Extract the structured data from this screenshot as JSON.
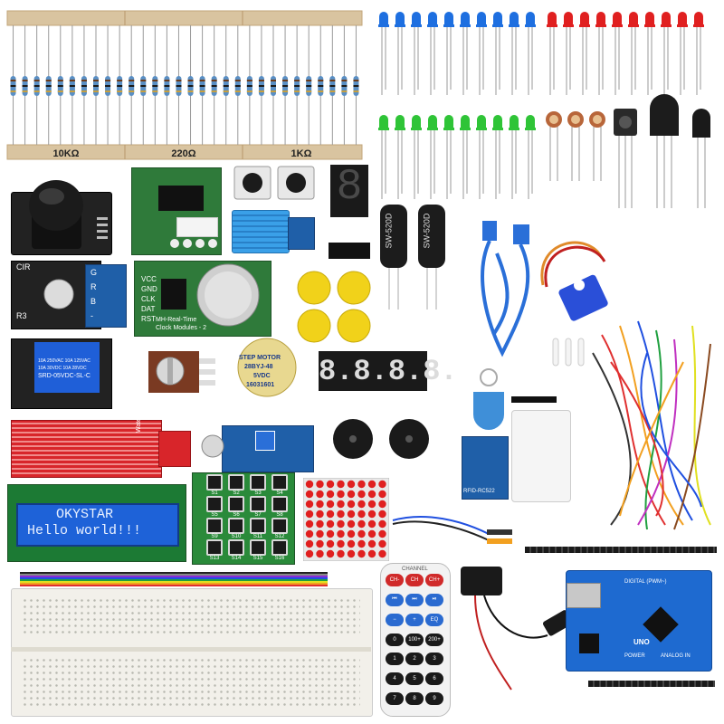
{
  "resistors": {
    "labels": [
      "10KΩ",
      "220Ω",
      "1KΩ"
    ]
  },
  "lcd": {
    "line1": "OKYSTAR",
    "line2": "Hello world!!!"
  },
  "rtc": {
    "pins": [
      "VCC",
      "GND",
      "CLK",
      "DAT",
      "RST"
    ],
    "caption1": "MH-Real-Time",
    "caption2": "Clock Modules - 2"
  },
  "stepper": {
    "line1": "STEP MOTOR",
    "line2": "28BYJ-48",
    "line3": "5VDC",
    "line4": "16031601"
  },
  "relay": {
    "line1": "10A 250VAC 10A 125VAC",
    "line2": "10A 30VDC 10A 28VDC",
    "line3": "SRD-05VDC-SL-C"
  },
  "tilt_sensors": {
    "label": "SW-520D"
  },
  "seven_seg": {
    "digit": "8",
    "four_digit": [
      "8.",
      "8.",
      "8.",
      "8."
    ]
  },
  "keypad": {
    "keys": [
      "S1",
      "S2",
      "S3",
      "S4",
      "S5",
      "S6",
      "S7",
      "S8",
      "S9",
      "S10",
      "S11",
      "S12",
      "S13",
      "S14",
      "S15",
      "S16"
    ]
  },
  "remote": {
    "top_label": "CHANNEL",
    "buttons": [
      "CH-",
      "CH",
      "CH+",
      "⏮",
      "⏭",
      "⏯",
      "−",
      "+",
      "EQ",
      "0",
      "100+",
      "200+",
      "1",
      "2",
      "3",
      "4",
      "5",
      "6",
      "7",
      "8",
      "9"
    ]
  },
  "rgb_module": {
    "pins": [
      "G",
      "R",
      "B",
      "-"
    ],
    "tag": "CIR",
    "tag2": "R3"
  },
  "water_sensor": {
    "label": "Water Sensor"
  },
  "arduino": {
    "label1": "DIGITAL (PWM~)",
    "label2": "POWER",
    "label3": "ANALOG IN",
    "label4": "UNO"
  },
  "rfid": {
    "label": "RFID-RC522"
  },
  "colors": {
    "led_blue": "#1e6fe0",
    "led_red": "#e02020",
    "led_green": "#2fc437",
    "resistor_body": "#5a8fc4",
    "breadboard": "#f2f0ea",
    "lcd_screen": "#1e62d8",
    "button_yellow": "#f1d21a"
  },
  "counts": {
    "blue_leds": 10,
    "red_leds": 10,
    "green_leds": 10,
    "resistors": 30
  }
}
